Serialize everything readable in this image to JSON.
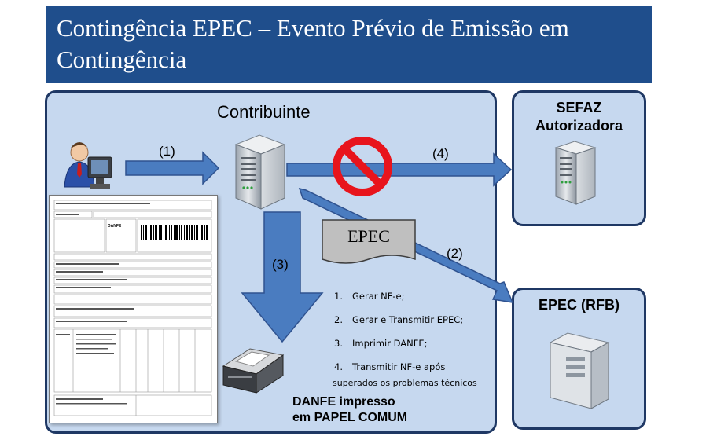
{
  "title": "Contingência EPEC – Evento Prévio de Emissão em Contingência",
  "contribuinte_label": "Contribuinte",
  "sefaz": {
    "line1": "SEFAZ",
    "line2": "Autorizadora"
  },
  "epec_rfb": "EPEC (RFB)",
  "epec_doc_label": "EPEC",
  "arrows": {
    "a1": "(1)",
    "a2": "(2)",
    "a3": "(3)",
    "a4": "(4)"
  },
  "steps": [
    {
      "num": "1.",
      "text": "Gerar NF-e;"
    },
    {
      "num": "2.",
      "text": "Gerar e Transmitir EPEC;"
    },
    {
      "num": "3.",
      "text": "Imprimir DANFE;"
    },
    {
      "num": "4.",
      "text": "Transmitir  NF-e após"
    }
  ],
  "steps_note": "superados os problemas técnicos",
  "danfe_caption": {
    "line1": "DANFE impresso",
    "line2": "em PAPEL COMUM"
  },
  "danfe_doc": {
    "heading": "DANFE"
  },
  "icons": [
    "user-at-computer-icon",
    "server-icon",
    "prohibited-icon",
    "printer-icon",
    "document-icon"
  ],
  "colors": {
    "title_bg": "#1f4e8c",
    "panel_bg": "#c6d8ef",
    "panel_border": "#1f3864",
    "arrow": "#4a7cc0",
    "prohibited": "#e8141c"
  }
}
